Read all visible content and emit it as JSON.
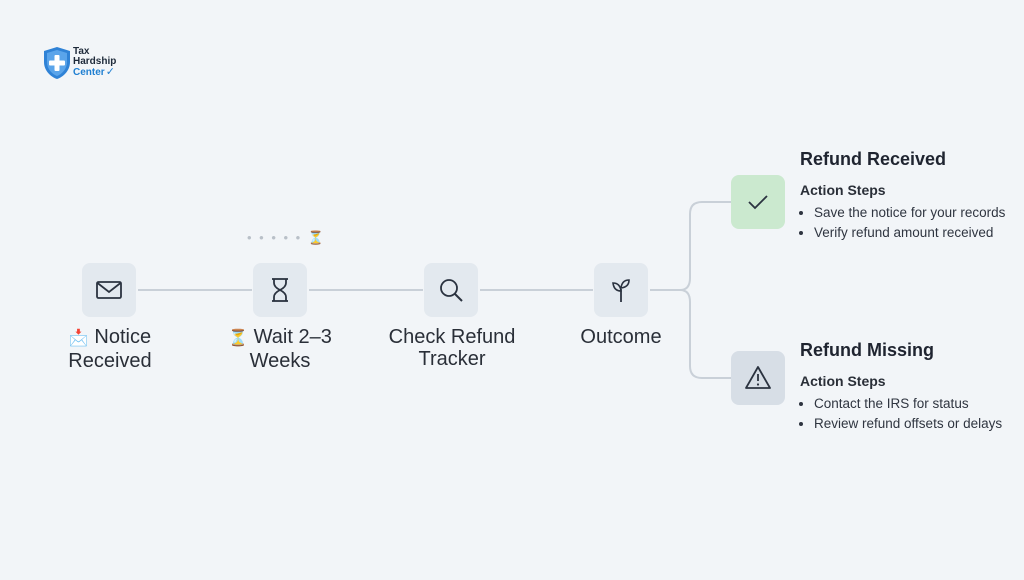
{
  "logo": {
    "line1": "Tax",
    "line2": "Hardship",
    "line3": "Center"
  },
  "steps": [
    {
      "icon": "mail-icon",
      "emoji": "📩",
      "label_line1": "Notice",
      "label_line2": "Received"
    },
    {
      "icon": "hourglass-icon",
      "emoji": "⏳",
      "label_line1": "Wait 2–3",
      "label_line2": "Weeks"
    },
    {
      "icon": "magnifier-icon",
      "emoji": "",
      "label_line1": "Check Refund",
      "label_line2": "Tracker"
    },
    {
      "icon": "sprout-icon",
      "emoji": "",
      "label_line1": "Outcome",
      "label_line2": ""
    }
  ],
  "wait_marker": {
    "dots": "• • • • •",
    "emoji": "⏳"
  },
  "outcomes": [
    {
      "icon": "checkmark-icon",
      "title": "Refund Received",
      "subtitle": "Action Steps",
      "items": [
        "Save the notice for your records",
        "Verify refund amount received"
      ],
      "color": "#cbe9cf"
    },
    {
      "icon": "warning-icon",
      "title": "Refund Missing",
      "subtitle": "Action Steps",
      "items": [
        "Contact the IRS for status",
        "Review refund offsets or delays"
      ],
      "color": "#d7dee6"
    }
  ]
}
